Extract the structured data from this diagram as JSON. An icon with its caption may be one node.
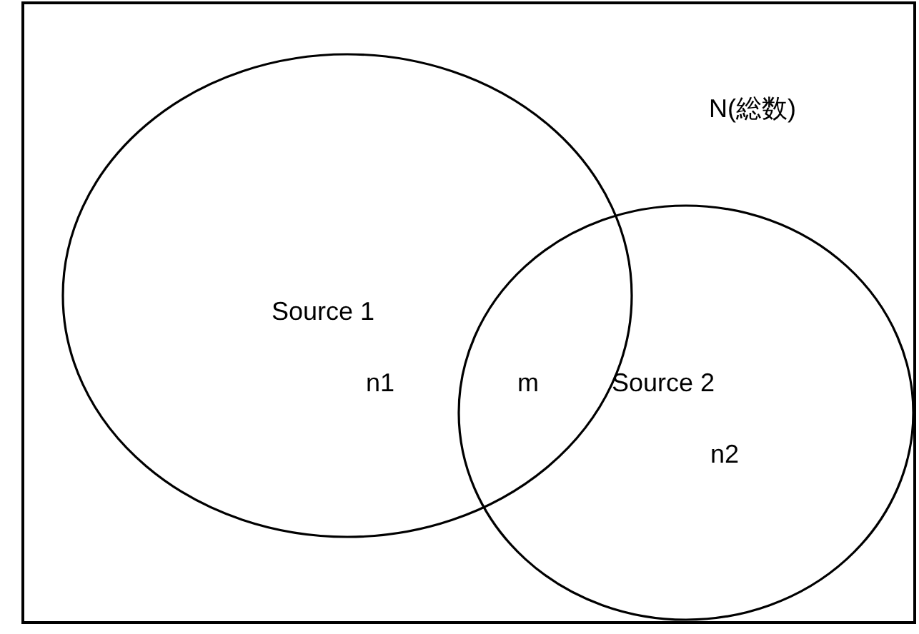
{
  "diagram": {
    "nodes": [
      {
        "text": [
          "N(総数)"
        ]
      },
      {
        "text": [
          "Source 1",
          "n1"
        ],
        "in": 0
      },
      {
        "text": [
          "Source 2",
          "n2"
        ],
        "in": 0
      }
    ],
    "labels": [
      "m"
    ]
  }
}
